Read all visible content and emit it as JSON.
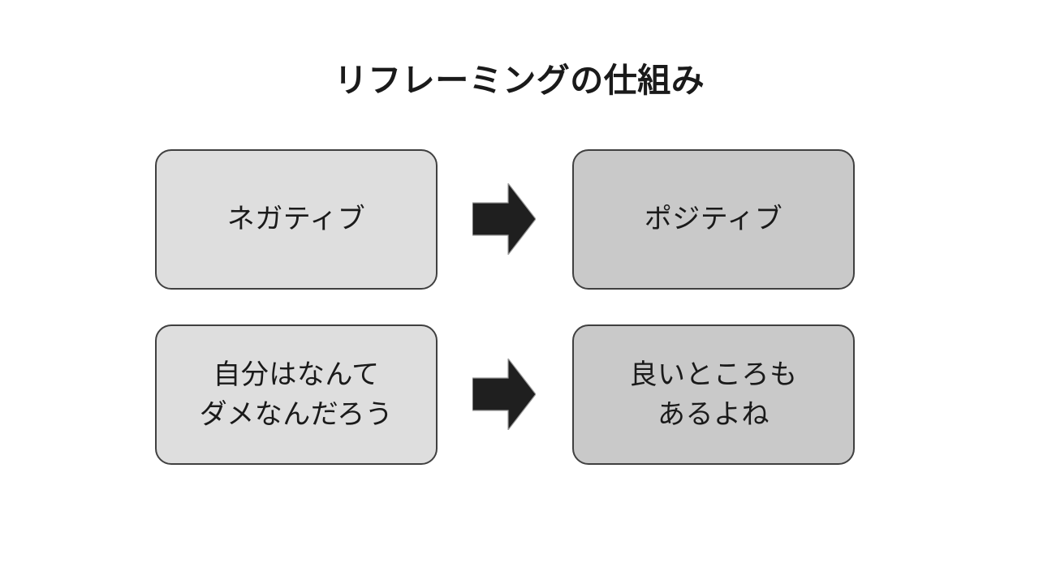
{
  "slide": {
    "title": "リフレーミングの仕組み",
    "background_color": "#ffffff",
    "text_color": "#1a1a1a"
  },
  "palette": {
    "negative_fill": "#dedede",
    "positive_fill": "#c9c9c9",
    "box_border": "#404040",
    "arrow_fill": "#1f1f1f"
  },
  "rows": [
    {
      "id": "concept",
      "source": {
        "label": "ネガティブ",
        "tone": "negative",
        "fill": "#dedede"
      },
      "arrow": {
        "icon": "right-arrow-icon",
        "direction": "right",
        "fill": "#1f1f1f"
      },
      "target": {
        "label": "ポジティブ",
        "tone": "positive",
        "fill": "#c9c9c9"
      }
    },
    {
      "id": "example",
      "source": {
        "label": "自分はなんて\nダメなんだろう",
        "tone": "negative",
        "fill": "#dedede"
      },
      "arrow": {
        "icon": "right-arrow-icon",
        "direction": "right",
        "fill": "#1f1f1f"
      },
      "target": {
        "label": "良いところも\nあるよね",
        "tone": "positive",
        "fill": "#c9c9c9"
      }
    }
  ]
}
